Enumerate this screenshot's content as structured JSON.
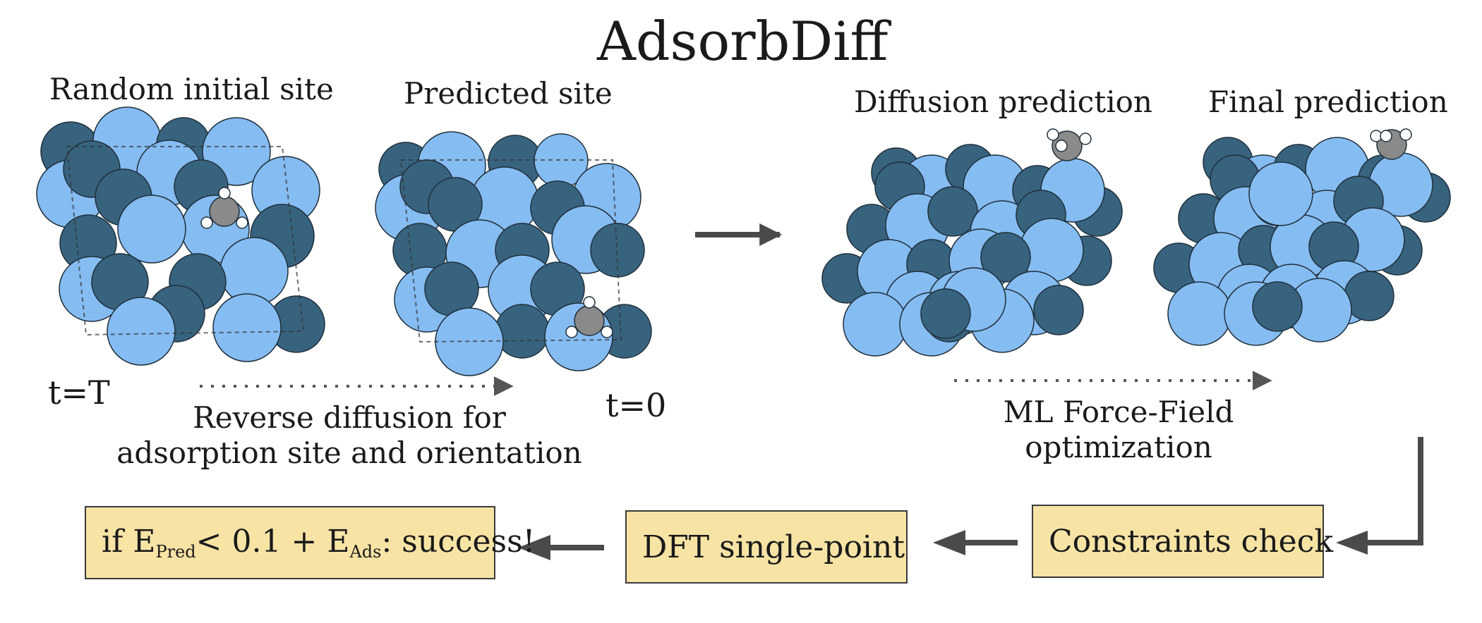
{
  "title": "AdsorbDiff",
  "panels": {
    "random_initial_site": "Random initial site",
    "predicted_site": "Predicted site",
    "diffusion_prediction": "Diffusion prediction",
    "final_prediction": "Final prediction"
  },
  "time_labels": {
    "start": "t=T",
    "end": "t=0"
  },
  "steps": {
    "reverse_diffusion_line1": "Reverse diffusion for",
    "reverse_diffusion_line2": "adsorption site and orientation",
    "mlff_line1": "ML Force-Field",
    "mlff_line2": "optimization"
  },
  "boxes": {
    "constraints": "Constraints check",
    "dft": "DFT single-point",
    "success_prefix": "if E",
    "success_sub1": "Pred",
    "success_mid": "< 0.1 + E",
    "success_sub2": "Ads",
    "success_suffix": ": success!"
  },
  "colors": {
    "light_atom": "#85bcf2",
    "dark_atom": "#38637f",
    "adsorbate": "#8a8a8a",
    "box_fill": "#f7e4a5",
    "arrow": "#4a4a4a"
  }
}
